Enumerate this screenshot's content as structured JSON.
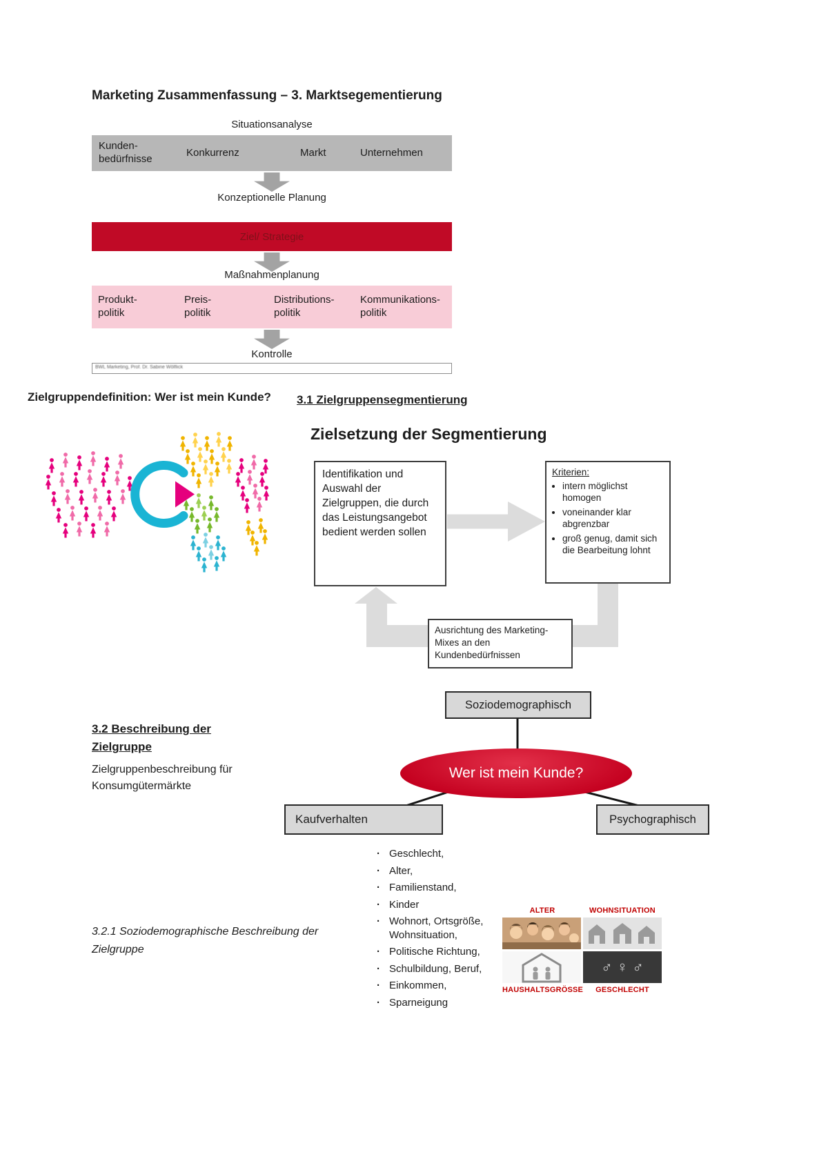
{
  "title": "Marketing Zusammenfassung – 3. Marktsegementierung",
  "process": {
    "situationsanalyse": "Situationsanalyse",
    "analysis_items": [
      "Kunden-\nbedürfnisse",
      "Konkurrenz",
      "Markt",
      "Unternehmen"
    ],
    "konzeptionelle_planung": "Konzeptionelle Planung",
    "ziel_strategie": "Ziel/ Strategie",
    "massnahmenplanung": "Maßnahmenplanung",
    "mix_items": [
      "Produkt-\npolitik",
      "Preis-\npolitik",
      "Distributions-\npolitik",
      "Kommunikations-\npolitik"
    ],
    "kontrolle": "Kontrolle",
    "footer_note": "BWL Marketing, Prof. Dr. Sabine Wölflick"
  },
  "section31": {
    "question_heading": "Zielgruppendefinition: Wer ist mein Kunde?",
    "heading": "3.1 Zielgruppensegmentierung",
    "diagram_title": "Zielsetzung der Segmentierung",
    "identification_text": "Identifikation und Auswahl der Zielgruppen, die durch das Leistungsangebot bedient werden sollen",
    "kriterien_title": "Kriterien:",
    "kriterien": [
      "intern möglichst homogen",
      "voneinander klar abgrenzbar",
      "groß genug, damit sich die Bearbeitung lohnt"
    ],
    "feedback_text": "Ausrichtung des Marketing-Mixes an den Kundenbedürfnissen"
  },
  "section32": {
    "heading": "3.2 Beschreibung der\nZielgruppe",
    "subtext": "Zielgruppenbeschreibung für\nKonsumgütermärkte",
    "mindmap_top": "Soziodemographisch",
    "mindmap_center": "Wer ist mein Kunde?",
    "mindmap_left": "Kaufverhalten",
    "mindmap_right": "Psychographisch",
    "bullets": [
      "Geschlecht,",
      "Alter,",
      "Familienstand,",
      "Kinder",
      "Wohnort, Ortsgröße, Wohnsituation,",
      "Politische Richtung,",
      "Schulbildung, Beruf,",
      "Einkommen,",
      "Sparneigung"
    ],
    "subsection_heading": "3.2.1 Soziodemographische Beschreibung der Zielgruppe",
    "collage": {
      "alter": "ALTER",
      "wohnsituation": "WOHNSITUATION",
      "haushaltsgroesse": "HAUSHALTSGRÖSSE",
      "geschlecht": "GESCHLECHT",
      "gender_symbols": "♂ ♀ ♂"
    }
  },
  "colors": {
    "red_bar": "#c00a26",
    "pink_bar": "#f8ccd7",
    "gray_bar": "#b7b7b7",
    "light_gray_arrow": "#dcdcdc",
    "mid_gray_arrow": "#a3a3a3",
    "ellipse_red": "#c4001f",
    "label_red": "#c00000"
  }
}
